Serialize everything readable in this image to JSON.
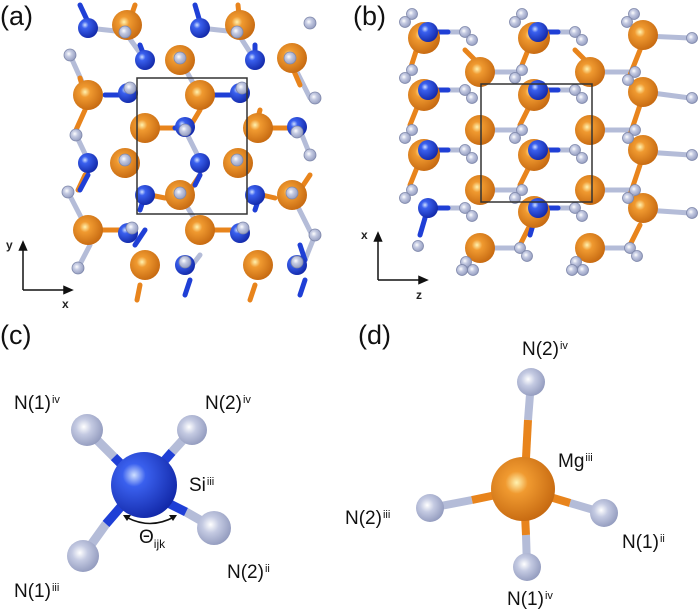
{
  "figure": {
    "panels": [
      {
        "id": "a",
        "label": "(a)",
        "view": "xy projection",
        "axes": {
          "vertical": "y",
          "horizontal": "x"
        }
      },
      {
        "id": "b",
        "label": "(b)",
        "view": "zx projection",
        "axes": {
          "vertical": "x",
          "horizontal": "z"
        }
      },
      {
        "id": "c",
        "label": "(c)",
        "center_atom": "Si",
        "center_superscript": "iii",
        "neighbors": [
          {
            "name": "N(1)",
            "sup": "iv"
          },
          {
            "name": "N(2)",
            "sup": "iv"
          },
          {
            "name": "N(1)",
            "sup": "iii"
          },
          {
            "name": "N(2)",
            "sup": "ii"
          }
        ],
        "angle_label": {
          "symbol": "Θ",
          "subscript": "ijk"
        }
      },
      {
        "id": "d",
        "label": "(d)",
        "center_atom": "Mg",
        "center_superscript": "iii",
        "neighbors": [
          {
            "name": "N(2)",
            "sup": "iv"
          },
          {
            "name": "N(2)",
            "sup": "iii"
          },
          {
            "name": "N(1)",
            "sup": "ii"
          },
          {
            "name": "N(1)",
            "sup": "iv"
          }
        ]
      }
    ],
    "colors": {
      "silicon": "#1f3fd6",
      "magnesium": "#e8841c",
      "nitrogen": "#b4bcd8",
      "unit_cell": "#333333"
    }
  }
}
